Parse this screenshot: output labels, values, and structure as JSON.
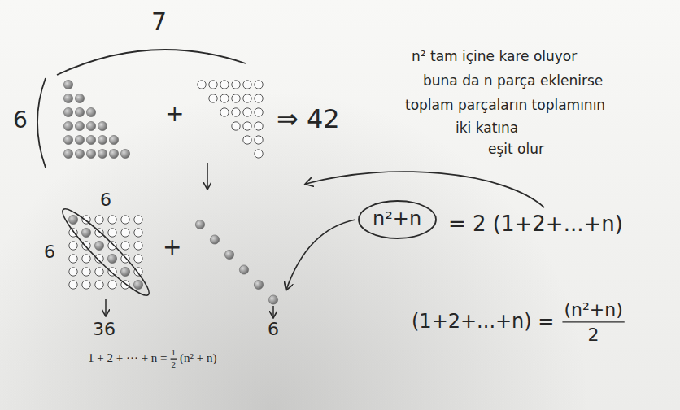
{
  "diagram": {
    "nodes": [
      {
        "text": [
          "n²+n"
        ]
      }
    ],
    "labels": [
      "7",
      "6",
      "+",
      "⇒ 42",
      "6",
      "6",
      "+",
      "36",
      "6",
      "1 + 2 + ··· + n =",
      "1",
      "2",
      "(n² + n)",
      "n² tam içine kare oluyor",
      "buna da n parça eklenirse",
      "toplam parçaların toplamının",
      "iki katına",
      "eşit olur",
      "= 2 (1+2+...+n)",
      "(1+2+...+n) =",
      "(n²+n)",
      "2"
    ]
  }
}
